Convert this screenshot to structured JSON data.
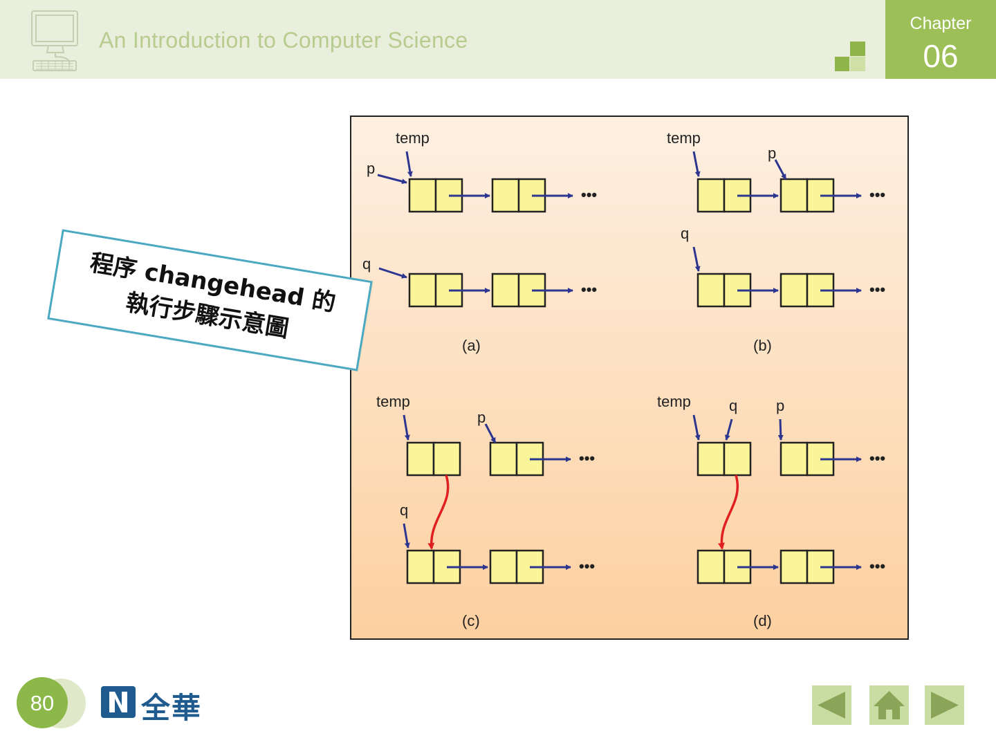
{
  "header": {
    "course_title": "An Introduction to Computer Science",
    "chapter_label": "Chapter",
    "chapter_number": "06"
  },
  "figure": {
    "panels": [
      {
        "caption": "(a)",
        "labels": {
          "temp": "temp",
          "p": "p",
          "q": "q"
        }
      },
      {
        "caption": "(b)",
        "labels": {
          "temp": "temp",
          "p": "p",
          "q": "q"
        }
      },
      {
        "caption": "(c)",
        "labels": {
          "temp": "temp",
          "p": "p",
          "q": "q"
        }
      },
      {
        "caption": "(d)",
        "labels": {
          "temp": "temp",
          "p": "p",
          "q": "q"
        }
      }
    ],
    "ellipsis": "•••"
  },
  "callout": {
    "line1": "程序  changehead 的",
    "line2": "執行步驟示意圖"
  },
  "footer": {
    "page_number": "80",
    "publisher_name": "全華"
  },
  "nav": {
    "prev_icon": "triangle-left-icon",
    "home_icon": "home-icon",
    "next_icon": "triangle-right-icon"
  },
  "colors": {
    "header_bg": "#e9eedd",
    "accent_green": "#9dbf57",
    "node_fill": "#fbf59a",
    "pointer_blue": "#2c3590",
    "new_link_red": "#e02020",
    "callout_border": "#4aa9c0"
  }
}
